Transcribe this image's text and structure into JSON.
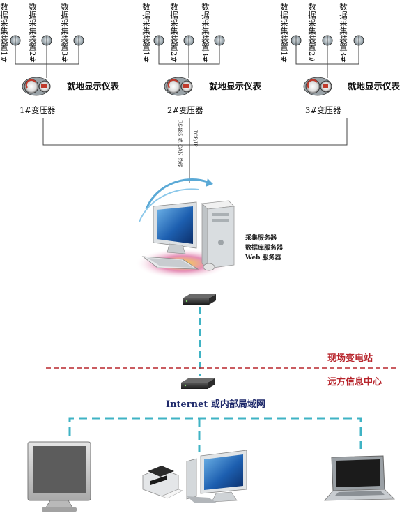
{
  "groups": [
    {
      "id": "g1",
      "devices": [
        "数据采集装置1#",
        "数据采集装置2#",
        "数据采集装置3#"
      ],
      "meter_label": "就地显示仪表",
      "transformer_label": "1#变压器"
    },
    {
      "id": "g2",
      "devices": [
        "数据采集装置1#",
        "数据采集装置2#",
        "数据采集装置3#"
      ],
      "meter_label": "就地显示仪表",
      "transformer_label": "2#变压器"
    },
    {
      "id": "g3",
      "devices": [
        "数据采集装置1#",
        "数据采集装置2#",
        "数据采集装置3#"
      ],
      "meter_label": "就地显示仪表",
      "transformer_label": "3#变压器"
    }
  ],
  "protocols": {
    "bus": "RS485 或 CAN 总线",
    "tcp": "TCP/IP"
  },
  "server": {
    "lines": [
      "采集服务器",
      "数据库服务器",
      "Web 服务器"
    ]
  },
  "zones": {
    "site": "现场变电站",
    "remote": "远方信息中心"
  },
  "network_label": "Internet 或内部局域网",
  "colors": {
    "dashed_network": "#3fb3c4",
    "divider": "#b8262d",
    "wire": "#444444"
  }
}
